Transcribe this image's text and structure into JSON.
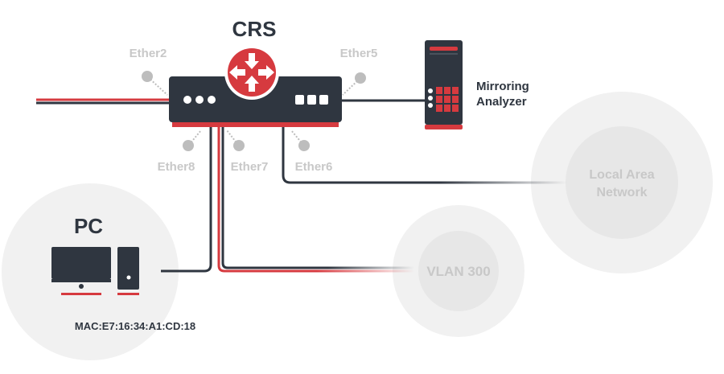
{
  "switch": {
    "title": "CRS"
  },
  "ports": {
    "ether2": "Ether2",
    "ether5": "Ether5",
    "ether6": "Ether6",
    "ether7": "Ether7",
    "ether8": "Ether8"
  },
  "analyzer": {
    "line1": "Mirroring",
    "line2": "Analyzer"
  },
  "pc": {
    "title": "PC",
    "mac": "MAC:E7:16:34:A1:CD:18"
  },
  "vlan": {
    "label": "VLAN 300"
  },
  "lan": {
    "line1": "Local Area",
    "line2": "Network"
  },
  "colors": {
    "accent_red": "#d63a3f",
    "device_dark": "#2f3640",
    "port_gray": "#bdbdbd",
    "circle_outer": "#f1f1f1",
    "circle_inner": "#e7e7e7",
    "faded_text": "#c8c8c8"
  }
}
